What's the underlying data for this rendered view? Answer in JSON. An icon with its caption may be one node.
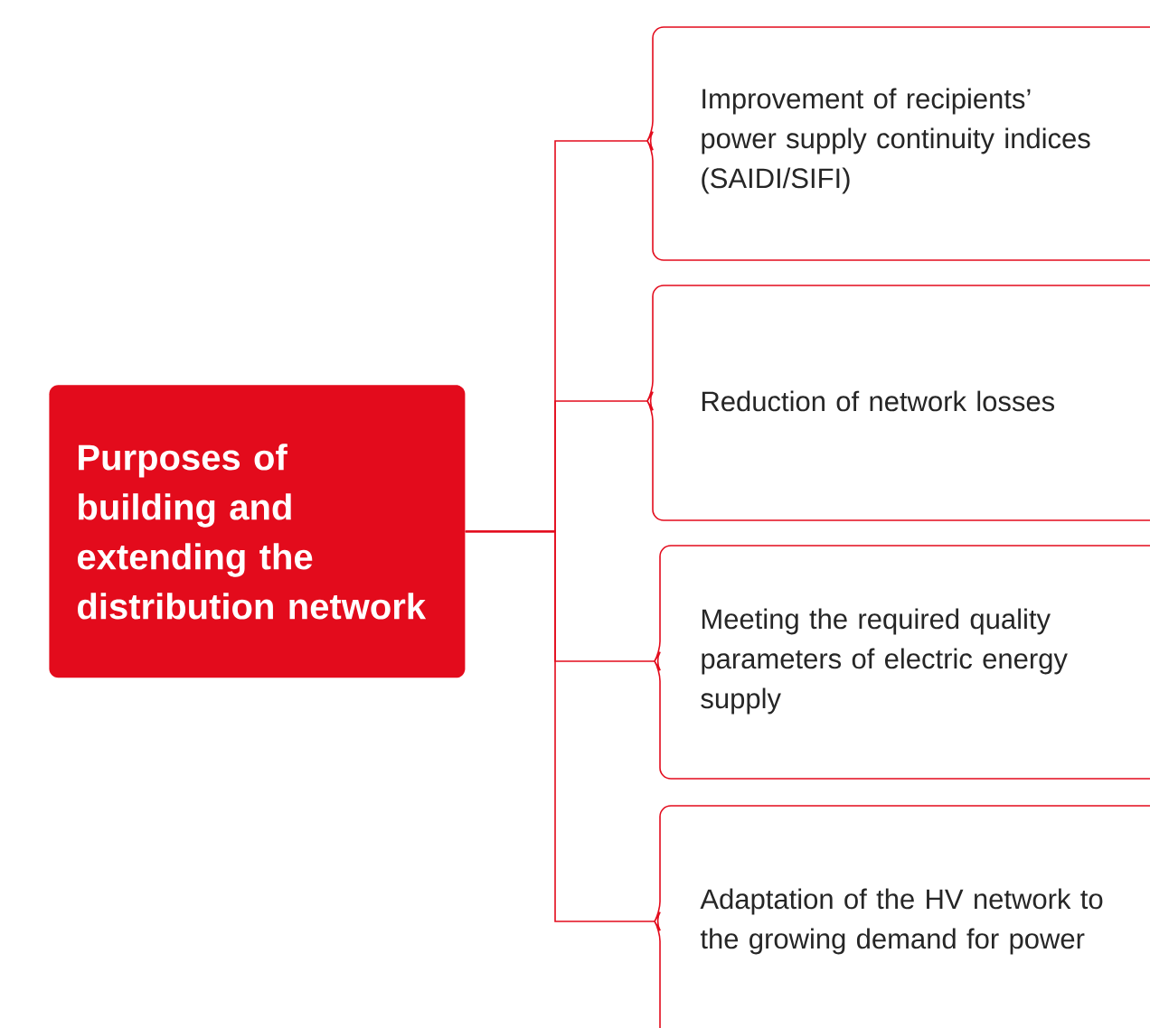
{
  "diagram": {
    "nodes": [
      {
        "text": [
          "Purposes of building and extending the distribution network"
        ]
      },
      {
        "text": [
          "Improvement of recipients’ power supply continuity indices (SAIDI/SIFI)"
        ]
      },
      {
        "text": [
          "Reduction of network losses"
        ]
      },
      {
        "text": [
          "Meeting the required quality parameters of electric energy supply"
        ]
      },
      {
        "text": [
          "Adaptation of the HV network to the growing demand for power"
        ]
      }
    ],
    "edges": [
      {
        "from": 0,
        "to": 1,
        "arrow": "none"
      },
      {
        "from": 0,
        "to": 2,
        "arrow": "none"
      },
      {
        "from": 0,
        "to": 3,
        "arrow": "none"
      },
      {
        "from": 0,
        "to": 4,
        "arrow": "none"
      }
    ]
  }
}
